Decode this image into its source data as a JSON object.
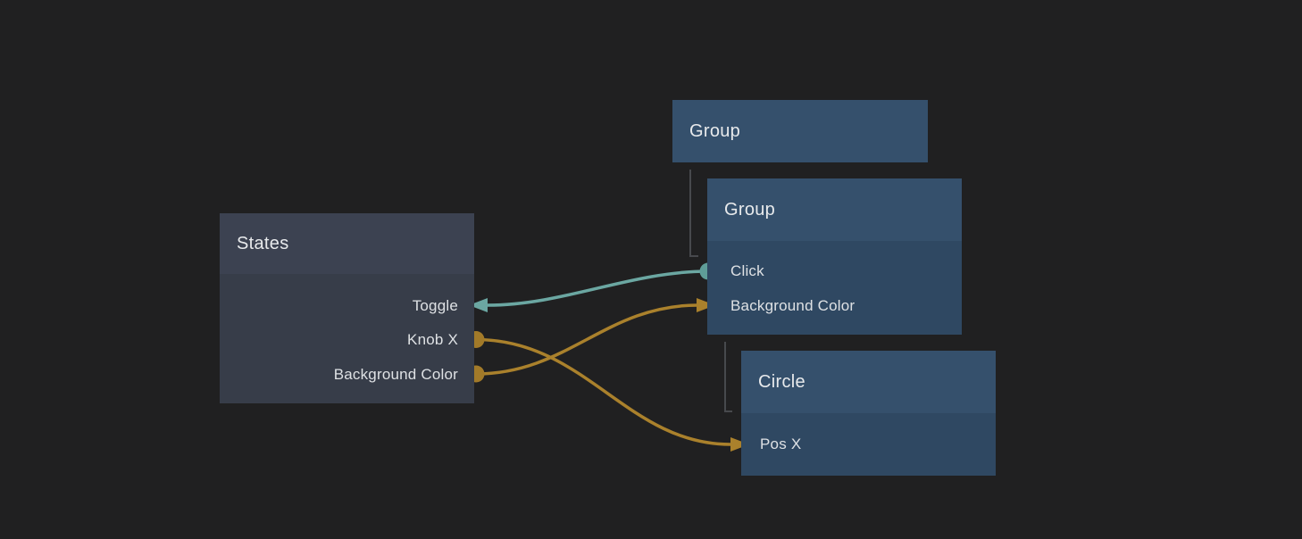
{
  "canvas": {
    "background": "#202021",
    "tree_line_color": "#47494d"
  },
  "colors": {
    "node_blue_header": "#35506c",
    "node_blue_body": "#2f4862",
    "node_grey_header": "#3c4251",
    "node_grey_body": "#373d49",
    "wire_teal": "#6ba7a2",
    "wire_teal_dot": "#5f9d98",
    "wire_orange": "#aa812c",
    "wire_orange_dot": "#a27a29",
    "title_text": "#e8eaec",
    "label_text": "#dee1e4"
  },
  "nodes": {
    "group_outer": {
      "title": "Group",
      "ports": []
    },
    "group_inner": {
      "title": "Group",
      "ports": [
        {
          "label": "Click",
          "connector": "teal-dot-output"
        },
        {
          "label": "Background Color",
          "connector": "orange-arrow-input"
        }
      ]
    },
    "circle": {
      "title": "Circle",
      "ports": [
        {
          "label": "Pos X",
          "connector": "orange-arrow-input"
        }
      ]
    },
    "states": {
      "title": "States",
      "ports": [
        {
          "label": "Toggle",
          "connector": "teal-arrow-input"
        },
        {
          "label": "Knob X",
          "connector": "orange-dot-output"
        },
        {
          "label": "Background Color",
          "connector": "orange-dot-output"
        }
      ]
    }
  },
  "hierarchy": [
    {
      "parent": "group_outer",
      "child": "group_inner"
    },
    {
      "parent": "group_inner",
      "child": "circle"
    }
  ],
  "connections": [
    {
      "from": "group_inner.Click",
      "to": "states.Toggle",
      "color": "#6ba7a2"
    },
    {
      "from": "states.Background Color",
      "to": "group_inner.Background Color",
      "color": "#aa812c"
    },
    {
      "from": "states.Knob X",
      "to": "circle.Pos X",
      "color": "#aa812c"
    }
  ]
}
